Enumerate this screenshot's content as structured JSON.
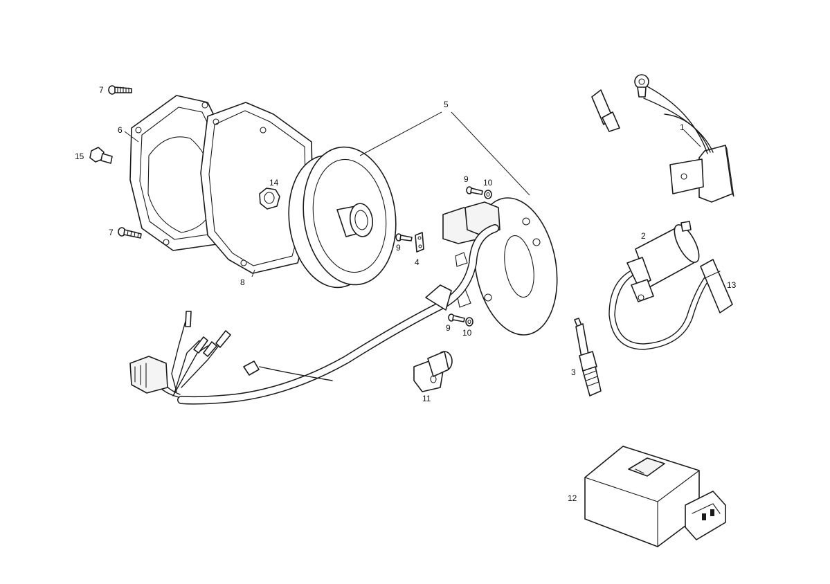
{
  "callouts": [
    {
      "id": "c1",
      "text": "1"
    },
    {
      "id": "c2",
      "text": "2"
    },
    {
      "id": "c3",
      "text": "3"
    },
    {
      "id": "c4",
      "text": "4"
    },
    {
      "id": "c5",
      "text": "5"
    },
    {
      "id": "c6",
      "text": "6"
    },
    {
      "id": "c7a",
      "text": "7"
    },
    {
      "id": "c7b",
      "text": "7"
    },
    {
      "id": "c8",
      "text": "8"
    },
    {
      "id": "c9a",
      "text": "9"
    },
    {
      "id": "c9b",
      "text": "9"
    },
    {
      "id": "c9c",
      "text": "9"
    },
    {
      "id": "c10a",
      "text": "10"
    },
    {
      "id": "c10b",
      "text": "10"
    },
    {
      "id": "c11",
      "text": "11"
    },
    {
      "id": "c12",
      "text": "12"
    },
    {
      "id": "c13",
      "text": "13"
    },
    {
      "id": "c14",
      "text": "14"
    },
    {
      "id": "c15",
      "text": "15"
    }
  ]
}
